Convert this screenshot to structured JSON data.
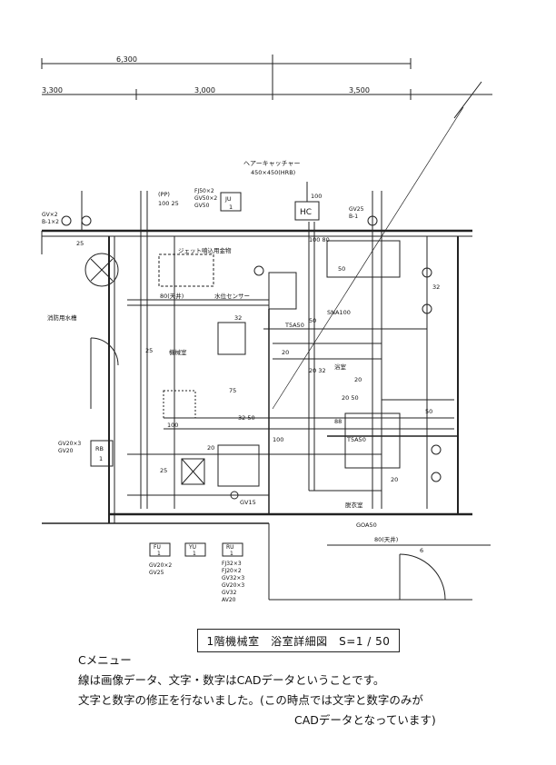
{
  "dimensions": {
    "top": "6,300",
    "left": "3,300",
    "mid": "3,000",
    "right": "3,500"
  },
  "tags": {
    "hood": {
      "label": "ヘアーキャッチャー",
      "size": "450×450(HRB)"
    },
    "pp": "(PP)",
    "pp_sizes": "100  25",
    "fj_spec": [
      "FJ50×2",
      "GV50×2",
      "GV50"
    ],
    "left_spec": [
      "GV×2",
      "B-1×2"
    ],
    "gv25_b1": [
      "GV25",
      "B-1"
    ],
    "gv20_left": [
      "GV20×3",
      "GV20"
    ],
    "bottom_left_spec": [
      "GV20×2",
      "GV25"
    ],
    "bottom_right_spec": [
      "FJ32×3",
      "FJ20×2",
      "GV32×3",
      "GV20×3",
      "GV32",
      "AV20"
    ]
  },
  "boxes": {
    "ju": {
      "code": "JU",
      "num": "1"
    },
    "hc": "HC",
    "rb": {
      "code": "RB",
      "num": "1"
    },
    "fu": {
      "code": "FU",
      "num": "1"
    },
    "yu": {
      "code": "YU",
      "num": "1"
    },
    "ru": {
      "code": "RU",
      "num": "1"
    }
  },
  "rooms": {
    "jet": "ジェット噴込用金物",
    "water_tank": "消防用水槽",
    "machine_room": "機械室",
    "bathroom": "浴室",
    "dressing": "脱衣室",
    "water_sensor": "水位センサー"
  },
  "labels": {
    "ceiling80_a": "80(天井)",
    "ceiling80_b": "80(天井)",
    "v100": "100",
    "v25a": "25",
    "v25b": "25",
    "v25c": "25",
    "v32a": "32",
    "v32b": "32",
    "v50a": "50",
    "v50b": "50",
    "v50c": "50",
    "v20a": "20",
    "v20b": "20",
    "v20c": "20",
    "v20d": "20",
    "v75": "75",
    "v100b": "100",
    "v100c": "100",
    "v20_50": "20  50",
    "v32_50": "32  50",
    "v88": "88",
    "v6": "6",
    "v20_32": "20 32",
    "t5a50a": "T5A50",
    "t5a50b": "T5A50",
    "sna100": "SNA100",
    "goa50": "GOA50",
    "gv15": "GV15",
    "v100_80": "100  80"
  },
  "title": "1階機械室　浴室詳細図　S=1 / 50",
  "notes": {
    "heading": "Cメニュー",
    "line1": "線は画像データ、文字・数字はCADデータということです。",
    "line2": "文字と数字の修正を行ないました。(この時点では文字と数字のみが",
    "line3": "CADデータとなっています)"
  }
}
